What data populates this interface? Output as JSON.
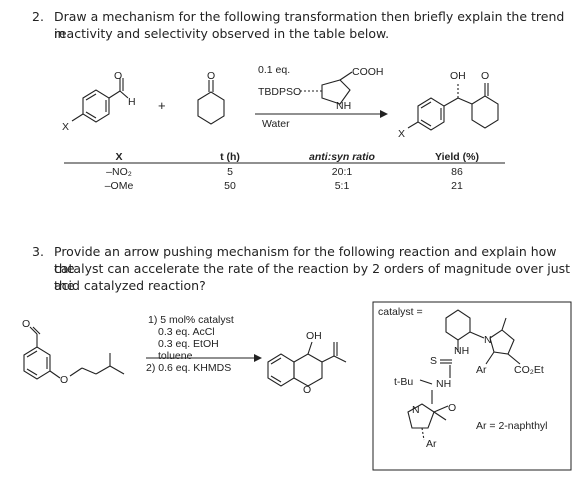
{
  "q2": {
    "number": "2.",
    "line1": "Draw a mechanism for the following transformation then briefly explain the trend in",
    "line2": "reactivity and selectivity observed in the table below."
  },
  "r1": {
    "plus": "+",
    "catalyst_amount": "0.1 eq.",
    "catalyst_sub": "TBDPSO",
    "cooh": "COOH",
    "nh": "NH",
    "solvent": "Water",
    "x_label": "X",
    "h_label": "H",
    "o_label": "O",
    "prod_oh": "OH",
    "prod_o": "O",
    "prod_x": "X"
  },
  "table": {
    "headers": [
      "X",
      "t (h)",
      "anti:syn ratio",
      "Yield (%)"
    ],
    "rows": [
      [
        "–NO₂",
        "5",
        "20:1",
        "86"
      ],
      [
        "–OMe",
        "50",
        "5:1",
        "21"
      ]
    ]
  },
  "q3": {
    "number": "3.",
    "line1": "Provide an arrow pushing mechanism for the following reaction and explain how the",
    "line2": "catalyst can accelerate the rate of the reaction by 2 orders of magnitude over just the",
    "line3": "acid catalyzed reaction?"
  },
  "r2": {
    "cond1": "1) 5 mol% catalyst",
    "cond2": "0.3 eq. AcCl",
    "cond3": "0.3 eq. EtOH",
    "cond4": "toluene",
    "cond5": "2) 0.6 eq. KHMDS",
    "sm_o": "O",
    "sm_o2": "O",
    "prod_oh": "OH",
    "prod_o": "O"
  },
  "catalyst": {
    "label": "catalyst =",
    "s": "S",
    "nh1": "NH",
    "tbu": "t-Bu",
    "nh2": "NH",
    "n1": "N",
    "ar1": "Ar",
    "co2et": "CO₂Et",
    "n2": "N",
    "o": "O",
    "ar2": "Ar",
    "ar_def": "Ar = 2-naphthyl"
  }
}
